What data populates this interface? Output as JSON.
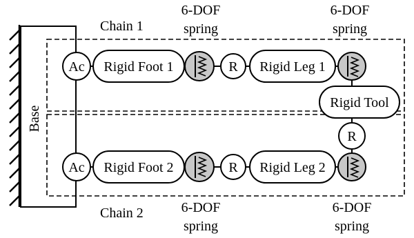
{
  "diagram": {
    "base_label": "Base",
    "chain1_label": "Chain 1",
    "chain2_label": "Chain 2",
    "spring_top_left": [
      "6-DOF",
      "spring"
    ],
    "spring_top_right": [
      "6-DOF",
      "spring"
    ],
    "spring_bottom_left": [
      "6-DOF",
      "spring"
    ],
    "spring_bottom_right": [
      "6-DOF",
      "spring"
    ],
    "actuator_label": "Ac",
    "revolute_label": "R",
    "rigid_foot_1": "Rigid Foot 1",
    "rigid_leg_1": "Rigid Leg 1",
    "rigid_tool": "Rigid Tool",
    "rigid_foot_2": "Rigid Foot 2",
    "rigid_leg_2": "Rigid Leg 2",
    "spring_fill_color": "#c8c8c8"
  }
}
